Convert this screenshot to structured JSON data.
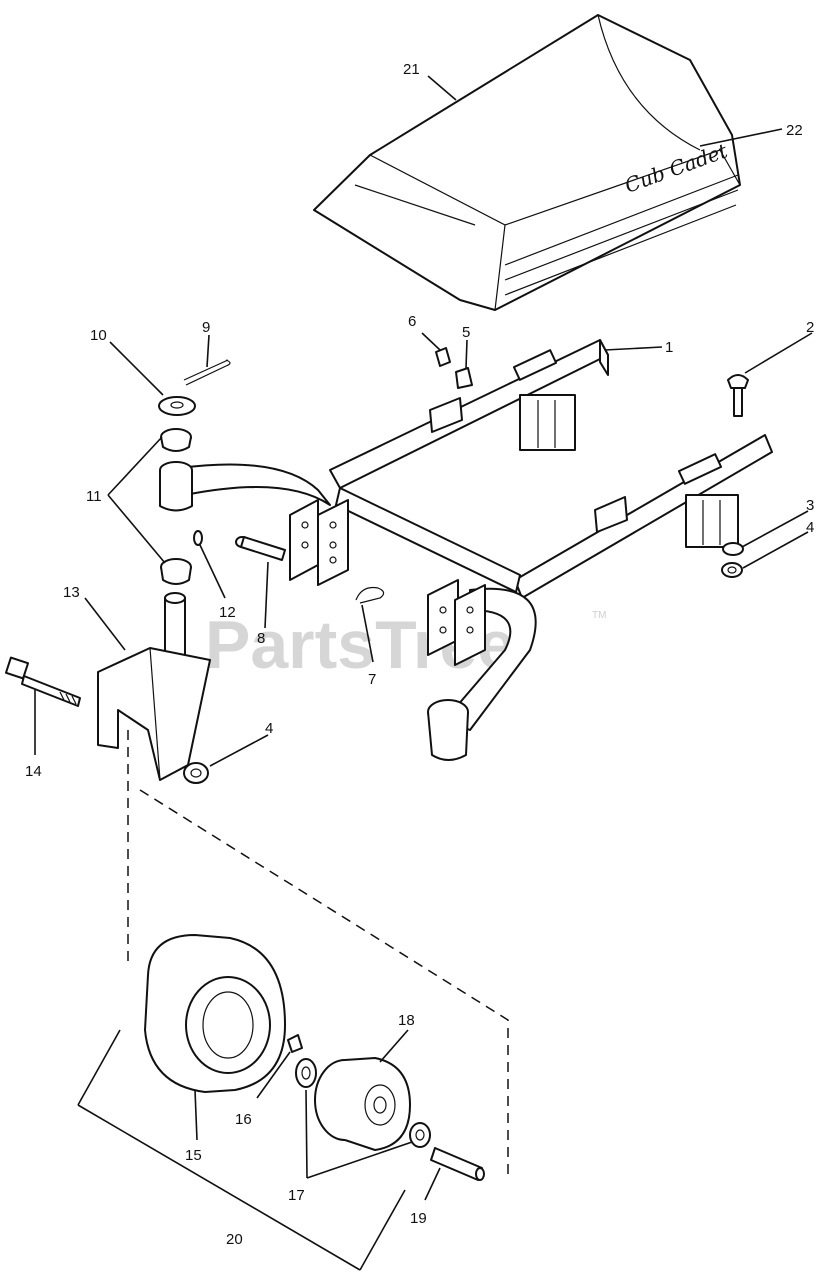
{
  "watermark": {
    "text": "PartsTree",
    "trademark": "TM"
  },
  "hood_brand": "Cub Cadet",
  "callouts": [
    {
      "id": "1",
      "label": "1"
    },
    {
      "id": "2",
      "label": "2"
    },
    {
      "id": "3",
      "label": "3"
    },
    {
      "id": "4a",
      "label": "4"
    },
    {
      "id": "4b",
      "label": "4"
    },
    {
      "id": "5",
      "label": "5"
    },
    {
      "id": "6",
      "label": "6"
    },
    {
      "id": "7",
      "label": "7"
    },
    {
      "id": "8",
      "label": "8"
    },
    {
      "id": "9",
      "label": "9"
    },
    {
      "id": "10",
      "label": "10"
    },
    {
      "id": "11",
      "label": "11"
    },
    {
      "id": "12",
      "label": "12"
    },
    {
      "id": "13",
      "label": "13"
    },
    {
      "id": "14",
      "label": "14"
    },
    {
      "id": "15",
      "label": "15"
    },
    {
      "id": "16",
      "label": "16"
    },
    {
      "id": "17",
      "label": "17"
    },
    {
      "id": "18",
      "label": "18"
    },
    {
      "id": "19",
      "label": "19"
    },
    {
      "id": "20",
      "label": "20"
    },
    {
      "id": "21",
      "label": "21"
    },
    {
      "id": "22",
      "label": "22"
    }
  ]
}
